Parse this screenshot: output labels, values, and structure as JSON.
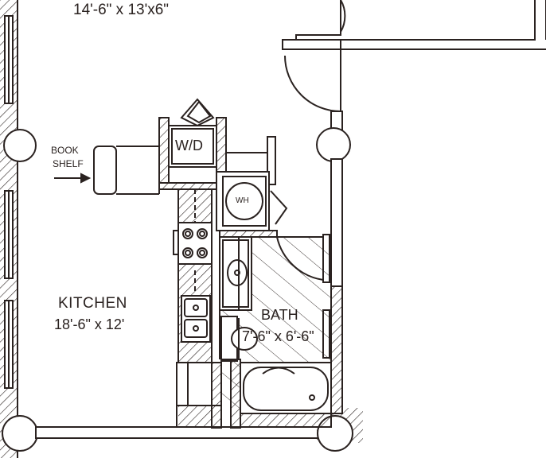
{
  "labels": {
    "top_room_dim": "14'-6\" x 13'x6\"",
    "kitchen_name": "KITCHEN",
    "kitchen_dim": "18'-6\" x 12'",
    "bath_name": "BATH",
    "bath_dim": "7'-6\" x 6'-6\"",
    "washer_dryer": "W/D",
    "water_heater": "WH",
    "book_line1": "BOOK",
    "book_line2": "SHELF"
  },
  "colors": {
    "line": "#2a2220",
    "background": "#ffffff"
  }
}
